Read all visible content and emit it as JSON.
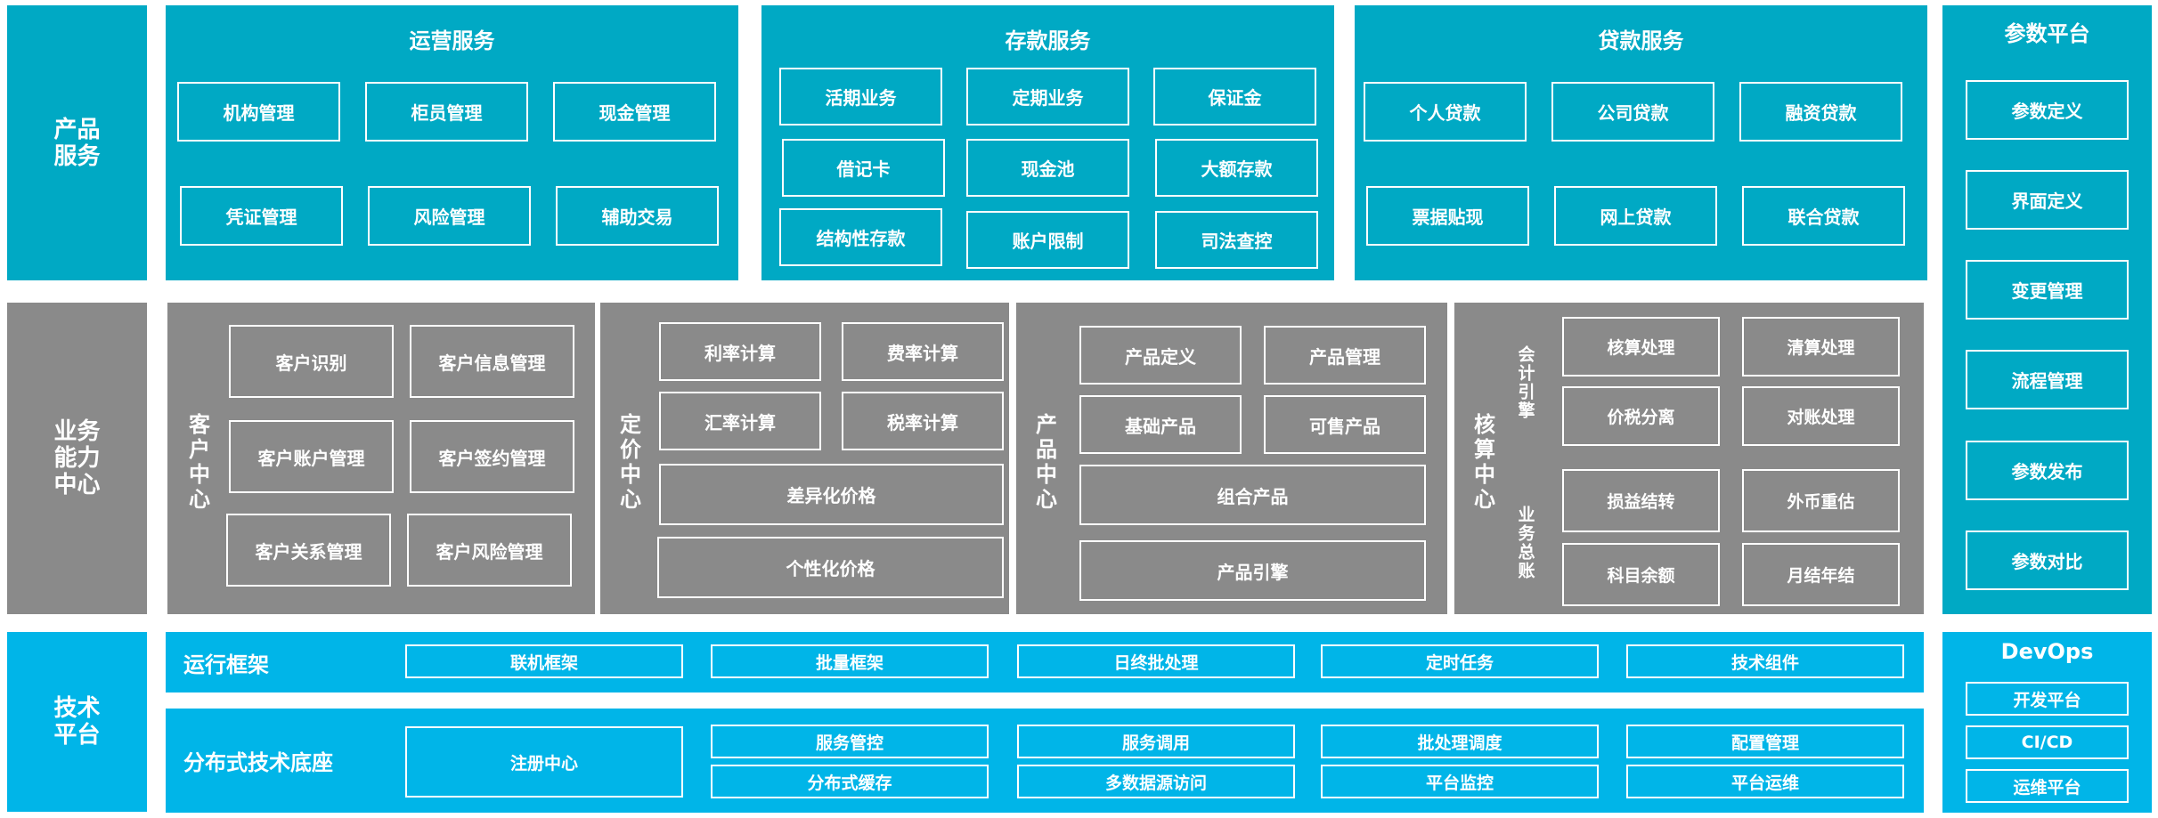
{
  "rows": {
    "product_services": "产品\n服务",
    "business_center": "业务\n能力\n中心",
    "tech_platform": "技术\n平台"
  },
  "operations": {
    "title": "运营服务",
    "items": [
      "机构管理",
      "柜员管理",
      "现金管理",
      "凭证管理",
      "风险管理",
      "辅助交易"
    ]
  },
  "deposits": {
    "title": "存款服务",
    "items": [
      "活期业务",
      "定期业务",
      "保证金",
      "借记卡",
      "现金池",
      "大额存款",
      "结构性存款",
      "账户限制",
      "司法查控"
    ]
  },
  "loans": {
    "title": "贷款服务",
    "items": [
      "个人贷款",
      "公司贷款",
      "融资贷款",
      "票据贴现",
      "网上贷款",
      "联合贷款"
    ]
  },
  "param_platform": {
    "title": "参数平台",
    "items": [
      "参数定义",
      "界面定义",
      "变更管理",
      "流程管理",
      "参数发布",
      "参数对比"
    ]
  },
  "customer_center": {
    "label": "客户中心",
    "items": [
      "客户识别",
      "客户信息管理",
      "客户账户管理",
      "客户签约管理",
      "客户关系管理",
      "客户风险管理"
    ]
  },
  "pricing_center": {
    "label": "定价中心",
    "items": [
      "利率计算",
      "费率计算",
      "汇率计算",
      "税率计算",
      "差异化价格",
      "个性化价格"
    ]
  },
  "product_center": {
    "label": "产品中心",
    "items": [
      "产品定义",
      "产品管理",
      "基础产品",
      "可售产品",
      "组合产品",
      "产品引擎"
    ]
  },
  "accounting_center": {
    "label": "核算中心",
    "sub_label_1": "会计引擎",
    "sub_label_2": "业务总账",
    "items": [
      "核算处理",
      "清算处理",
      "价税分离",
      "对账处理",
      "损益结转",
      "外币重估",
      "科目余额",
      "月结年结"
    ]
  },
  "runtime": {
    "label": "运行框架",
    "items": [
      "联机框架",
      "批量框架",
      "日终批处理",
      "定时任务",
      "技术组件"
    ]
  },
  "distributed": {
    "label": "分布式技术底座",
    "registry": "注册中心",
    "items": [
      "服务管控",
      "服务调用",
      "批处理调度",
      "配置管理",
      "分布式缓存",
      "多数据源访问",
      "平台监控",
      "平台运维"
    ]
  },
  "devops": {
    "title": "DevOps",
    "items": [
      "开发平台",
      "CI/CD",
      "运维平台"
    ]
  }
}
